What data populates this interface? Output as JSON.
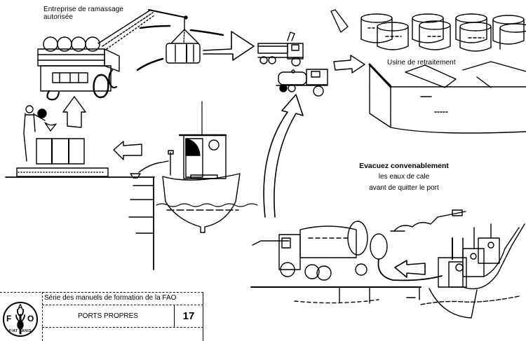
{
  "labels": {
    "collection_company": "Entreprise de ramassage autorisée",
    "treatment_plant": "Usine de retraitement",
    "instruction_line1": "Evacuez convenablement",
    "instruction_line2": "les eaux de cale",
    "instruction_line3": "avant de quitter le port"
  },
  "footer": {
    "series_title": "Série des manuels de formation de la FAO",
    "manual_title": "PORTS PROPRES",
    "page_number": "17",
    "logo_letters": {
      "f": "F",
      "a": "A",
      "o": "O"
    },
    "logo_motto": "FIAT PANIS"
  },
  "colors": {
    "ink": "#000000",
    "paper": "#ffffff"
  }
}
